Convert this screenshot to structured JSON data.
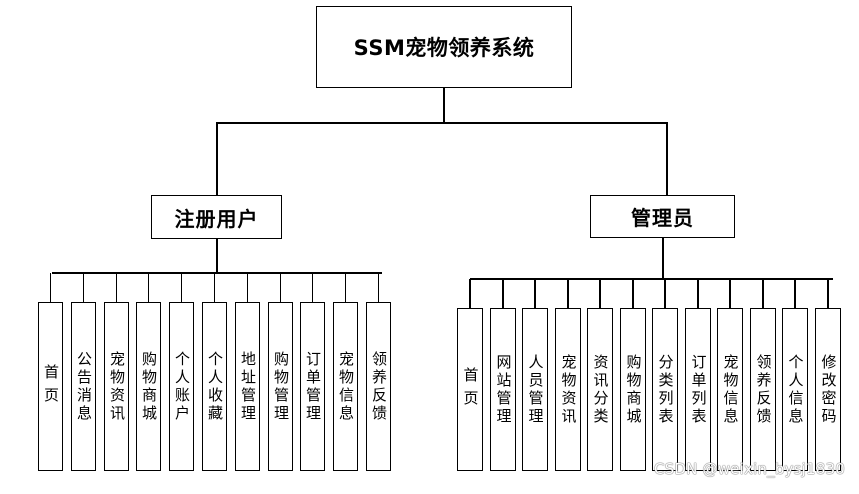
{
  "diagram": {
    "root": {
      "label": "SSM宠物领养系统"
    },
    "groups": [
      {
        "label": "注册用户",
        "items": [
          "首页",
          "公告消息",
          "宠物资讯",
          "购物商城",
          "个人账户",
          "个人收藏",
          "地址管理",
          "购物管理",
          "订单管理",
          "宠物信息",
          "领养反馈"
        ]
      },
      {
        "label": "管理员",
        "items": [
          "首页",
          "网站管理",
          "人员管理",
          "宠物资讯",
          "资讯分类",
          "购物商城",
          "分类列表",
          "订单列表",
          "宠物信息",
          "领养反馈",
          "个人信息",
          "修改密码"
        ]
      }
    ]
  },
  "watermark": "CSDN @weixin_bysj1830"
}
